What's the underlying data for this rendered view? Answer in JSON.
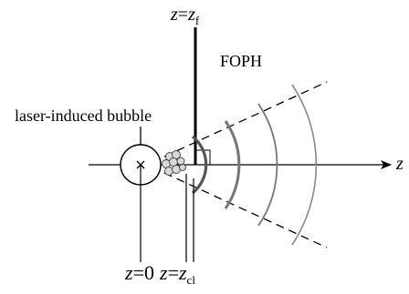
{
  "labels": {
    "z_f_lhs": "z",
    "z_f_eq": "=",
    "z_f_rhs": "z",
    "z_f_sub": "f",
    "foph": "FOPH",
    "bubble": "laser-induced bubble",
    "axis": "z",
    "z0_lhs": "z",
    "z0_eq": "=",
    "z0_rhs": "0",
    "zcl_lhs": "z",
    "zcl_eq": "=",
    "zcl_rhs": "z",
    "zcl_sub": "cl"
  },
  "colors": {
    "ink": "#000000",
    "wave_dark": "#555555",
    "wave_mid": "#777777",
    "wave_light": "#8a8a8a",
    "cluster_fill": "#d9d9d9"
  }
}
